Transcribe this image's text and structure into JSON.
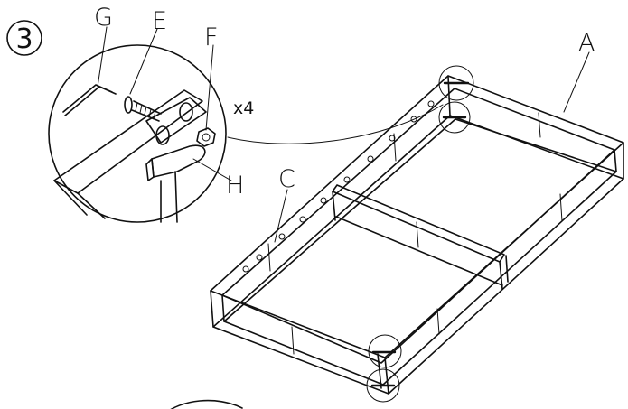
{
  "step": {
    "number": "3"
  },
  "labels": {
    "A": "A",
    "C": "C",
    "E": "E",
    "F": "F",
    "G": "G",
    "H": "H"
  },
  "detail": {
    "quantity": "x4"
  }
}
